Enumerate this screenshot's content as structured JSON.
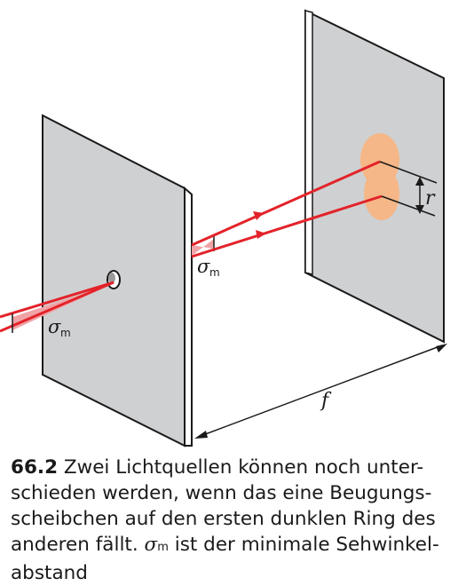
{
  "figure": {
    "labels": {
      "sigma_symbol": "σ",
      "sigma_subscript": "m",
      "radius": "r",
      "focal_length": "f"
    }
  },
  "caption": {
    "number": "66.2",
    "text_before": "Zwei Lichtquellen können noch unter-schieden werden, wenn das eine Beugungs-scheibchen auf den ersten dunklen Ring des anderen fällt.",
    "sigma_symbol": "σ",
    "sigma_subscript": "m",
    "text_after": "ist der minimale Sehwinkel-abstand"
  },
  "colors": {
    "screen_face": "#cfd0d2",
    "screen_edge": "#ffffff",
    "ray": "#e3232a",
    "angle_fill": "#f0a3a6",
    "diffraction_disk": "#f5b787",
    "outline": "#1a1a1a"
  }
}
